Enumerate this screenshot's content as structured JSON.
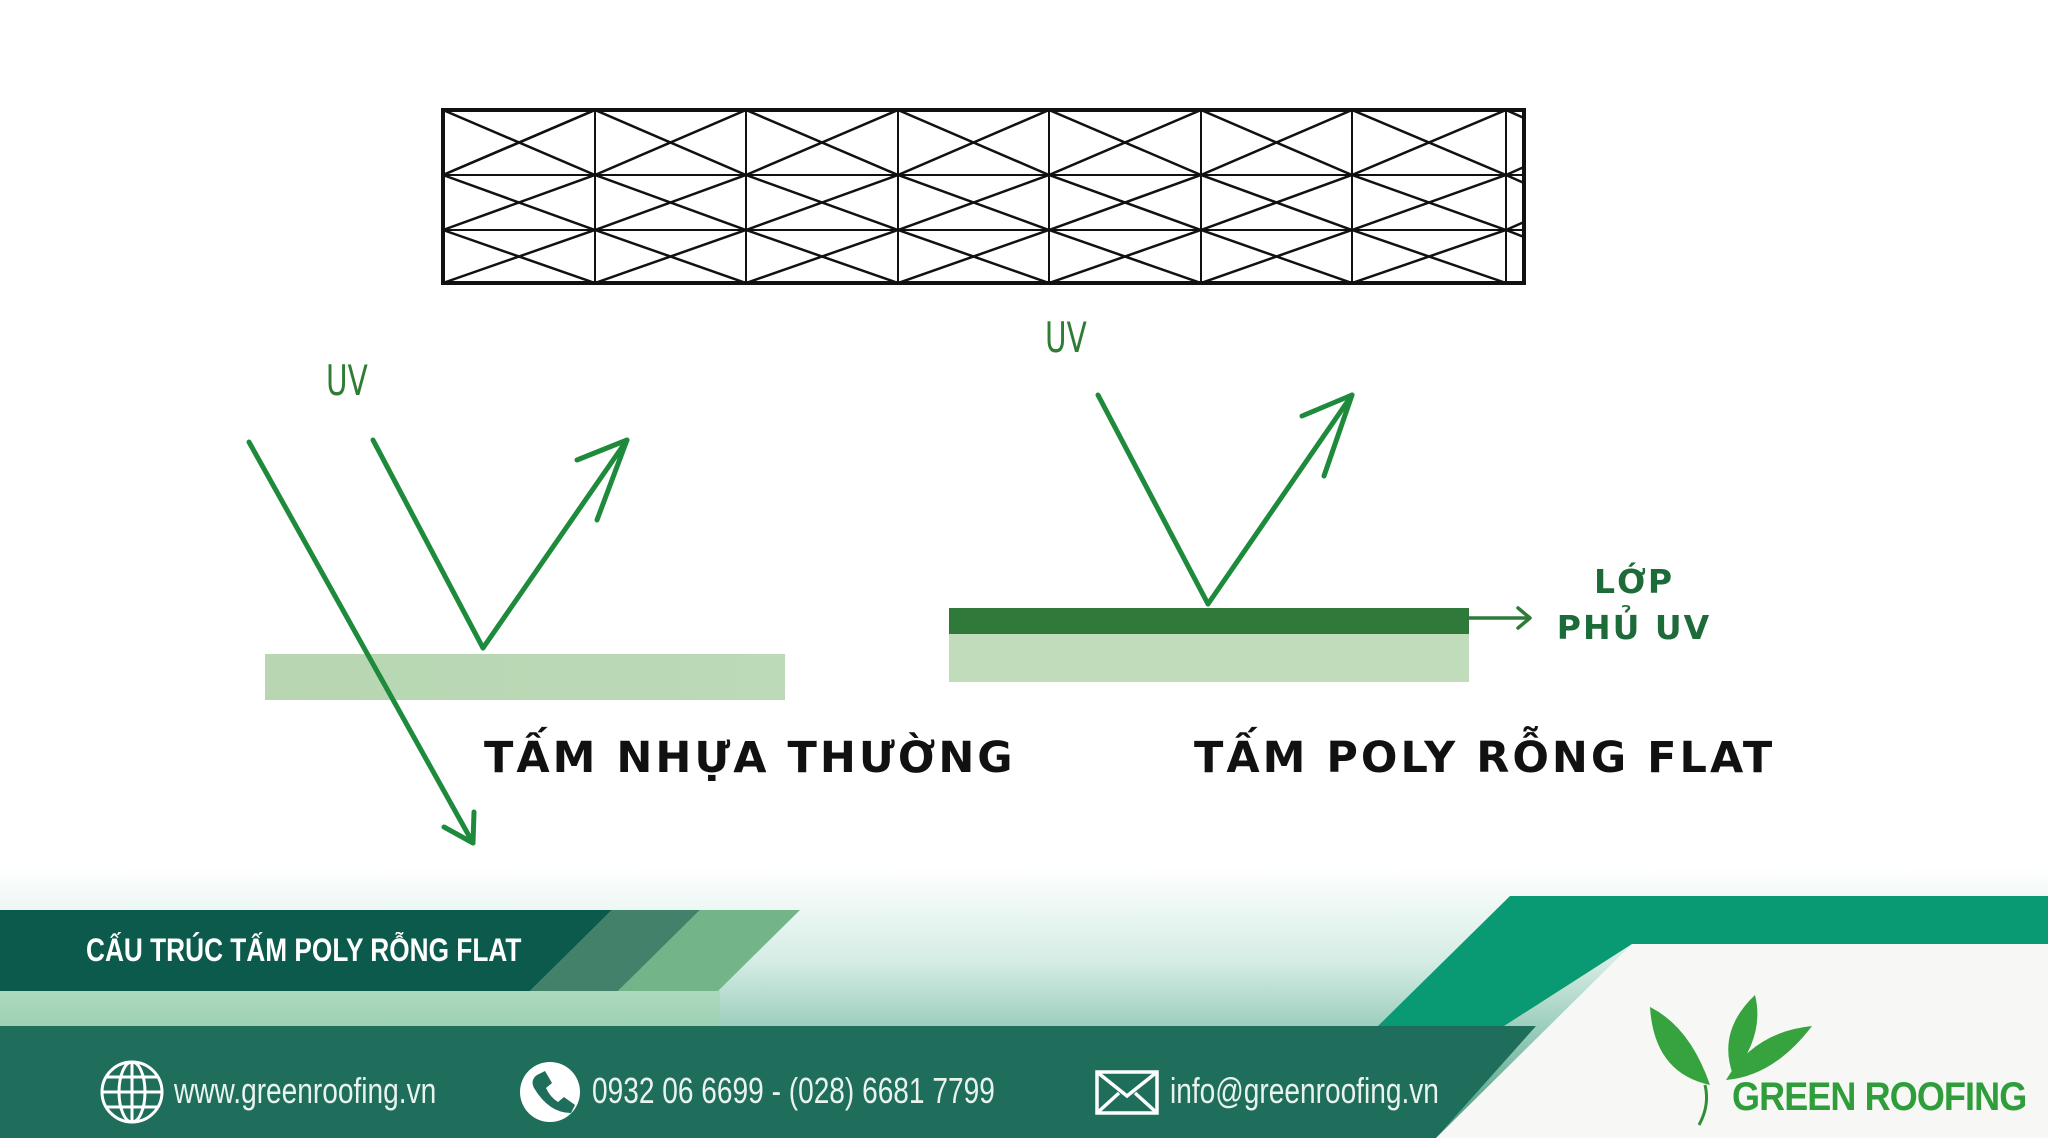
{
  "diagram": {
    "uv_label_left": "UV",
    "uv_label_right": "UV",
    "caption_left": "TẤM NHỰA THƯỜNG",
    "caption_right": "TẤM POLY RỖNG FLAT",
    "coating_line1": "LỚP",
    "coating_line2": "PHỦ UV"
  },
  "footer": {
    "banner_title": "CẤU TRÚC TẤM POLY RỖNG FLAT",
    "website": "www.greenroofing.vn",
    "phone": "0932 06 6699 - (028) 6681 7799",
    "email": "info@greenroofing.vn",
    "brand": "GREEN ROOFING"
  },
  "colors": {
    "arrow_green": "#1e8a3c",
    "plain_sheet": "#b9d7b4",
    "uv_coating": "#2f7a3a",
    "banner_dark": "#0b5a4c",
    "footer_bar": "#1d6e5a",
    "brand_green": "#2f9e3a"
  }
}
